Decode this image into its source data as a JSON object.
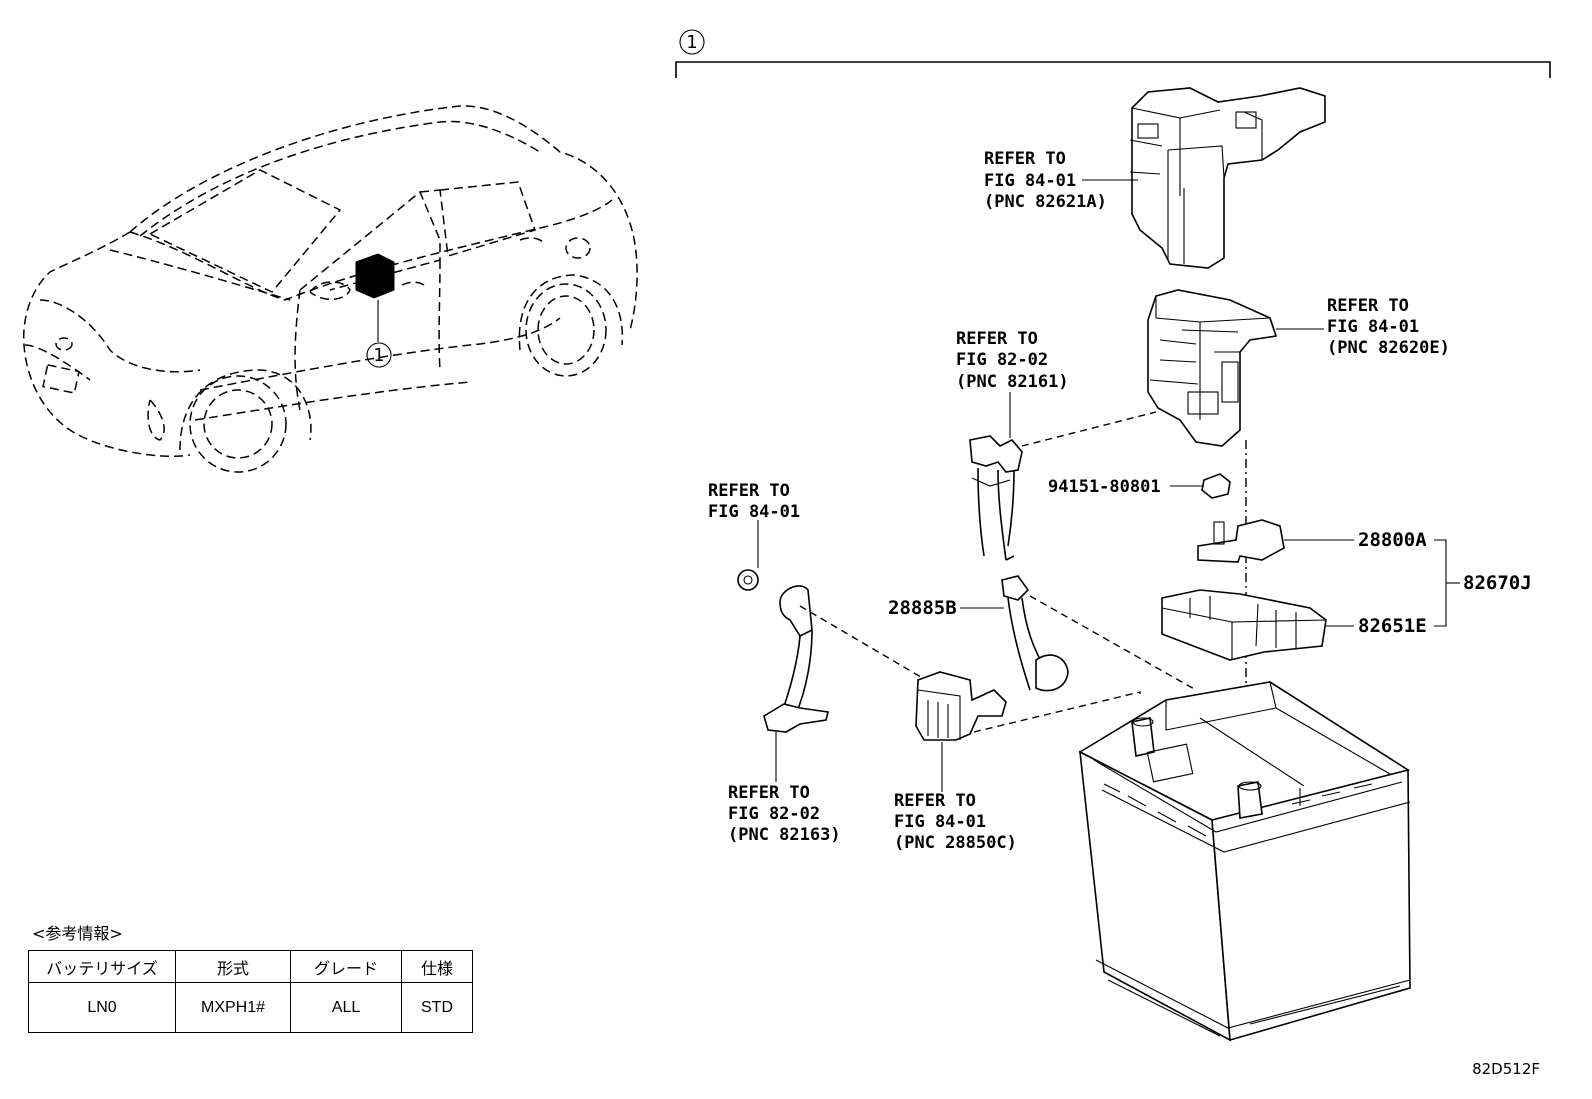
{
  "callouts": {
    "item_marker": "1",
    "top_marker": "1"
  },
  "labels": {
    "ref_82621a": [
      "REFER TO",
      "FIG 84-01",
      "(PNC 82621A)"
    ],
    "ref_82620e": [
      "REFER TO",
      "FIG 84-01",
      "(PNC 82620E)"
    ],
    "ref_82161": [
      "REFER TO",
      "FIG 82-02",
      "(PNC 82161)"
    ],
    "ref_fig8401": [
      "REFER TO",
      "FIG 84-01"
    ],
    "ref_82163": [
      "REFER TO",
      "FIG 82-02",
      "(PNC 82163)"
    ],
    "ref_28850c": [
      "REFER TO",
      "FIG 84-01",
      "(PNC 28850C)"
    ]
  },
  "parts": {
    "p94151": "94151-80801",
    "p28800a": "28800A",
    "p82670j": "82670J",
    "p82651e": "82651E",
    "p28885b": "28885B"
  },
  "reference_info": {
    "title": "<参考情報>",
    "headers": [
      "バッテリサイズ",
      "形式",
      "グレード",
      "仕様"
    ],
    "values": [
      "LN0",
      "MXPH1#",
      "ALL",
      "STD"
    ]
  },
  "diagram_code": "82D512F"
}
